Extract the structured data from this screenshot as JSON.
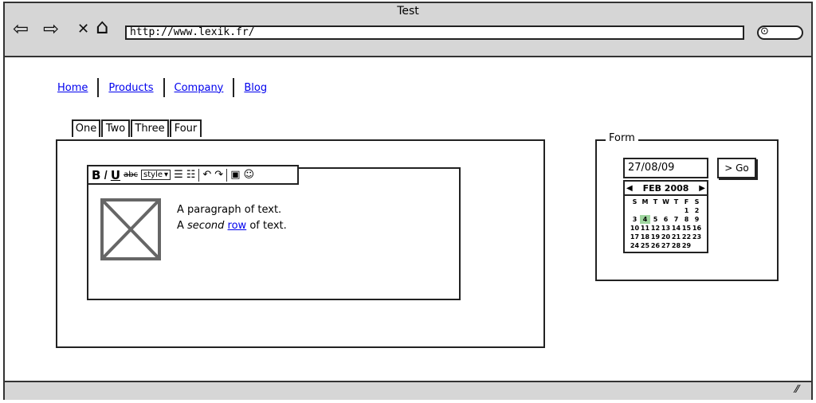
{
  "window": {
    "title": "Test"
  },
  "nav_buttons": {
    "back": "⇦",
    "forward": "⇨",
    "stop": "✕",
    "home": "⌂"
  },
  "address_bar": {
    "url": "http://www.lexik.fr/"
  },
  "search_icon": "⊙",
  "links": [
    "Home",
    "Products",
    "Company",
    "Blog"
  ],
  "tabs": [
    "One",
    "Two",
    "Three",
    "Four"
  ],
  "editor": {
    "toolbar": {
      "bold": "B",
      "italic": "I",
      "underline": "U",
      "strike": "abc",
      "style": "style",
      "dropdown": "▾",
      "bullets": "☰",
      "numbered": "☷",
      "undo": "↶",
      "redo": "↷",
      "image": "▣",
      "emoji": "☺"
    },
    "para1": "A paragraph of text.",
    "para2_pre": "A ",
    "para2_em": "second",
    "para2_link": "row",
    "para2_post": " of text."
  },
  "form": {
    "legend": "Form",
    "date_value": "27/08/09",
    "go_label": "> Go",
    "calendar": {
      "prev": "◀",
      "next": "▶",
      "month": "FEB 2008",
      "weekdays": [
        "S",
        "M",
        "T",
        "W",
        "T",
        "F",
        "S"
      ],
      "weeks": [
        [
          "",
          "",
          "",
          "",
          "",
          "1",
          "2"
        ],
        [
          "3",
          "4",
          "5",
          "6",
          "7",
          "8",
          "9"
        ],
        [
          "10",
          "11",
          "12",
          "13",
          "14",
          "15",
          "16"
        ],
        [
          "17",
          "18",
          "19",
          "20",
          "21",
          "22",
          "23"
        ],
        [
          "24",
          "25",
          "26",
          "27",
          "28",
          "29",
          ""
        ]
      ],
      "today": "4"
    }
  },
  "status_grip": "⁄⁄"
}
